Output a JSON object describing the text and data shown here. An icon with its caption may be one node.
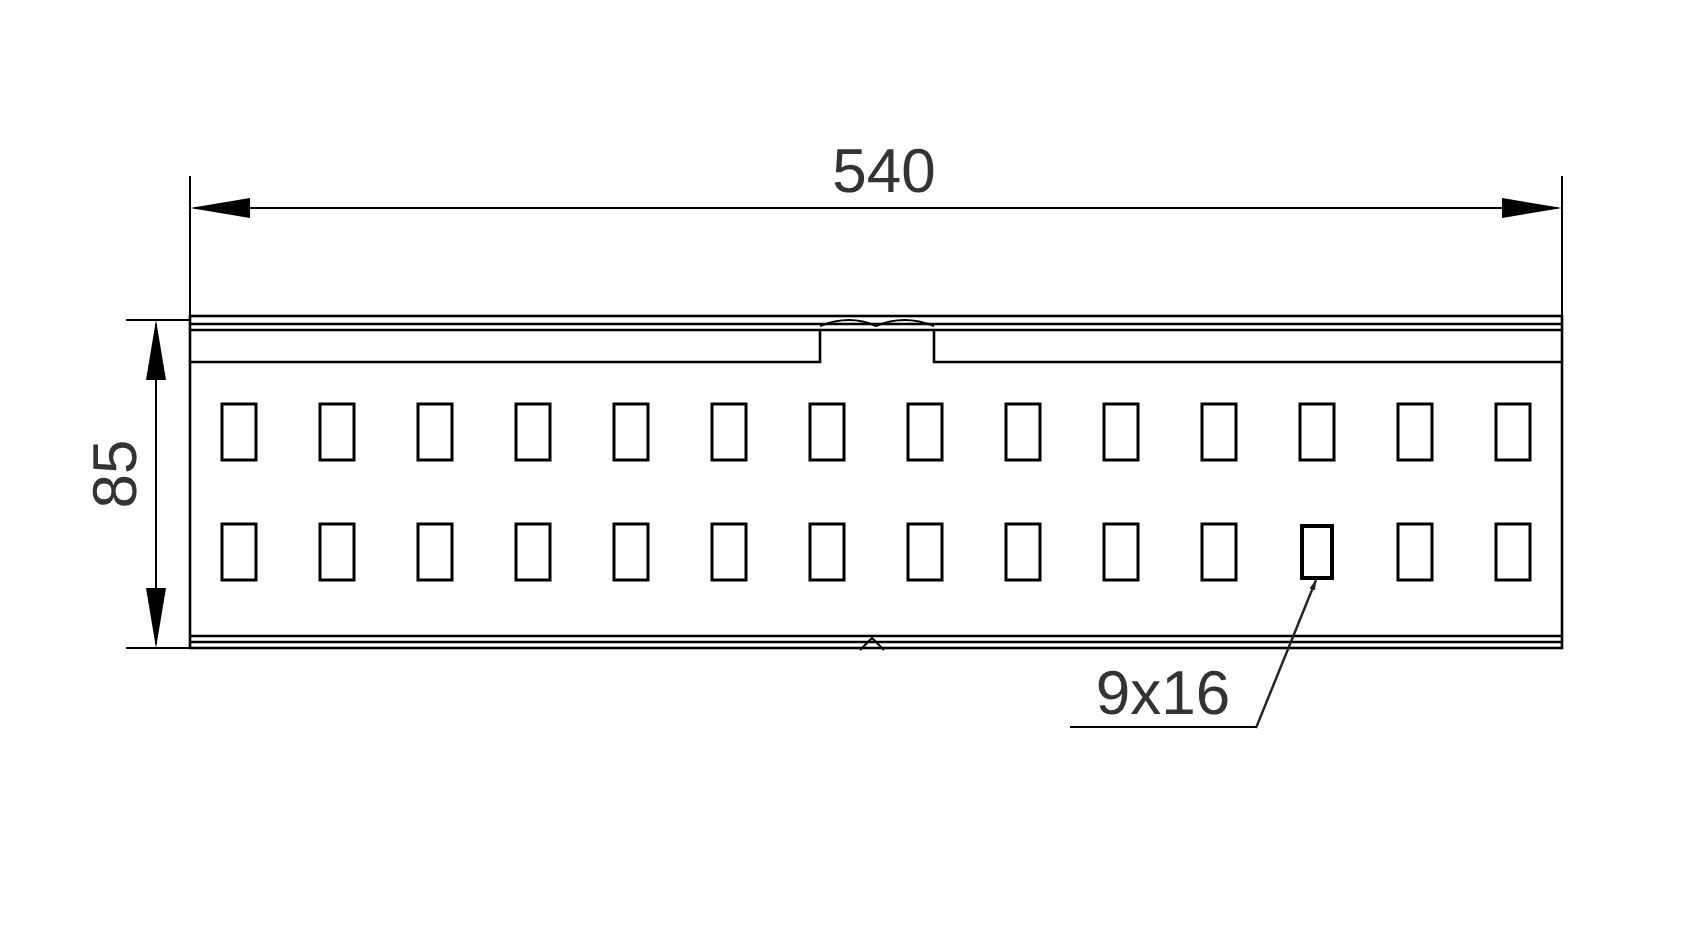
{
  "diagram": {
    "nodes": [
      {
        "text": [
          "9x16"
        ]
      },
      {
        "text": [],
        "shape": "box"
      }
    ],
    "edges": [
      {
        "from": 0,
        "to": 1,
        "arrow": "to"
      }
    ],
    "labels": [
      "540",
      "85"
    ]
  }
}
